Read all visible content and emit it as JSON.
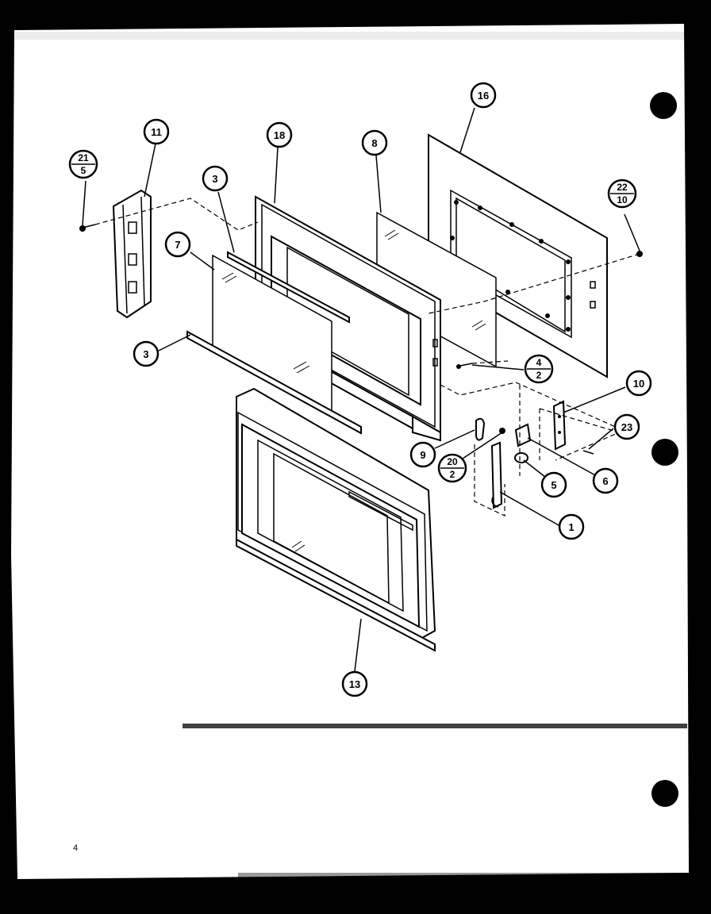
{
  "diagram": {
    "callouts_single": [
      {
        "key": "c11",
        "label": "11"
      },
      {
        "key": "c18",
        "label": "18"
      },
      {
        "key": "c8",
        "label": "8"
      },
      {
        "key": "c16",
        "label": "16"
      },
      {
        "key": "c3a",
        "label": "3"
      },
      {
        "key": "c7",
        "label": "7"
      },
      {
        "key": "c3b",
        "label": "3"
      },
      {
        "key": "c10",
        "label": "10"
      },
      {
        "key": "c23",
        "label": "23"
      },
      {
        "key": "c9",
        "label": "9"
      },
      {
        "key": "c5",
        "label": "5"
      },
      {
        "key": "c6",
        "label": "6"
      },
      {
        "key": "c1",
        "label": "1"
      },
      {
        "key": "c13",
        "label": "13"
      }
    ],
    "callouts_fraction": [
      {
        "key": "f21",
        "top": "21",
        "bottom": "5"
      },
      {
        "key": "f22",
        "top": "22",
        "bottom": "10"
      },
      {
        "key": "f4",
        "top": "4",
        "bottom": "2"
      },
      {
        "key": "f20",
        "top": "20",
        "bottom": "2"
      }
    ],
    "page_mark": "4"
  },
  "colors": {
    "paper": "#ffffff",
    "ink": "#000000",
    "scan_border": "#000000"
  }
}
